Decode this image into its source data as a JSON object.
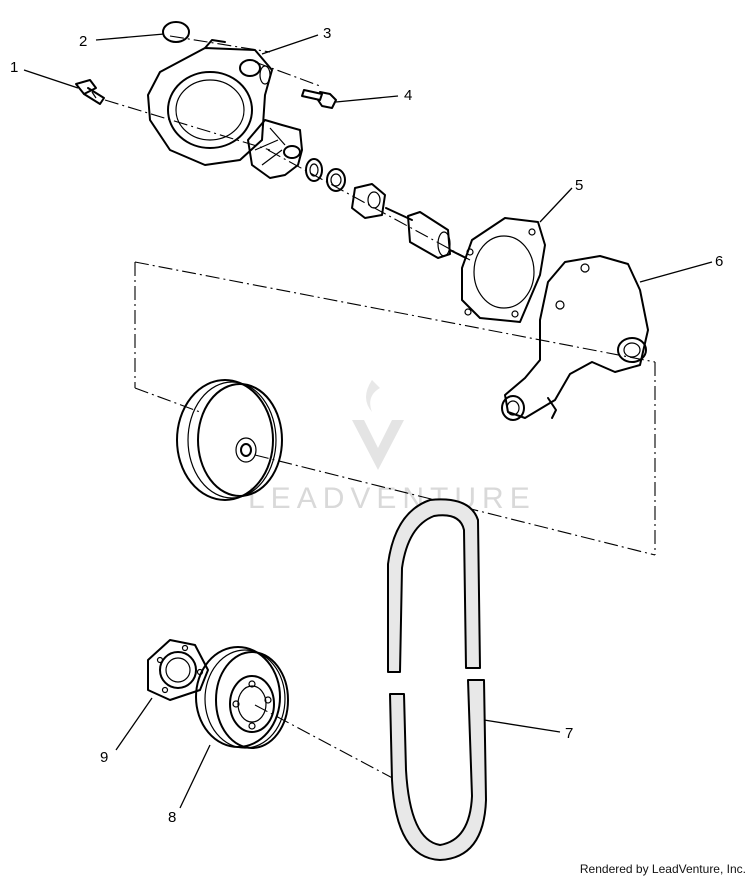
{
  "diagram": {
    "callouts": [
      {
        "id": "1",
        "label": "1"
      },
      {
        "id": "2",
        "label": "2"
      },
      {
        "id": "3",
        "label": "3"
      },
      {
        "id": "4",
        "label": "4"
      },
      {
        "id": "5",
        "label": "5"
      },
      {
        "id": "6",
        "label": "6"
      },
      {
        "id": "7",
        "label": "7"
      },
      {
        "id": "8",
        "label": "8"
      },
      {
        "id": "9",
        "label": "9"
      }
    ],
    "watermark": "LEADVENTURE",
    "credit": "Rendered by LeadVenture, Inc."
  }
}
